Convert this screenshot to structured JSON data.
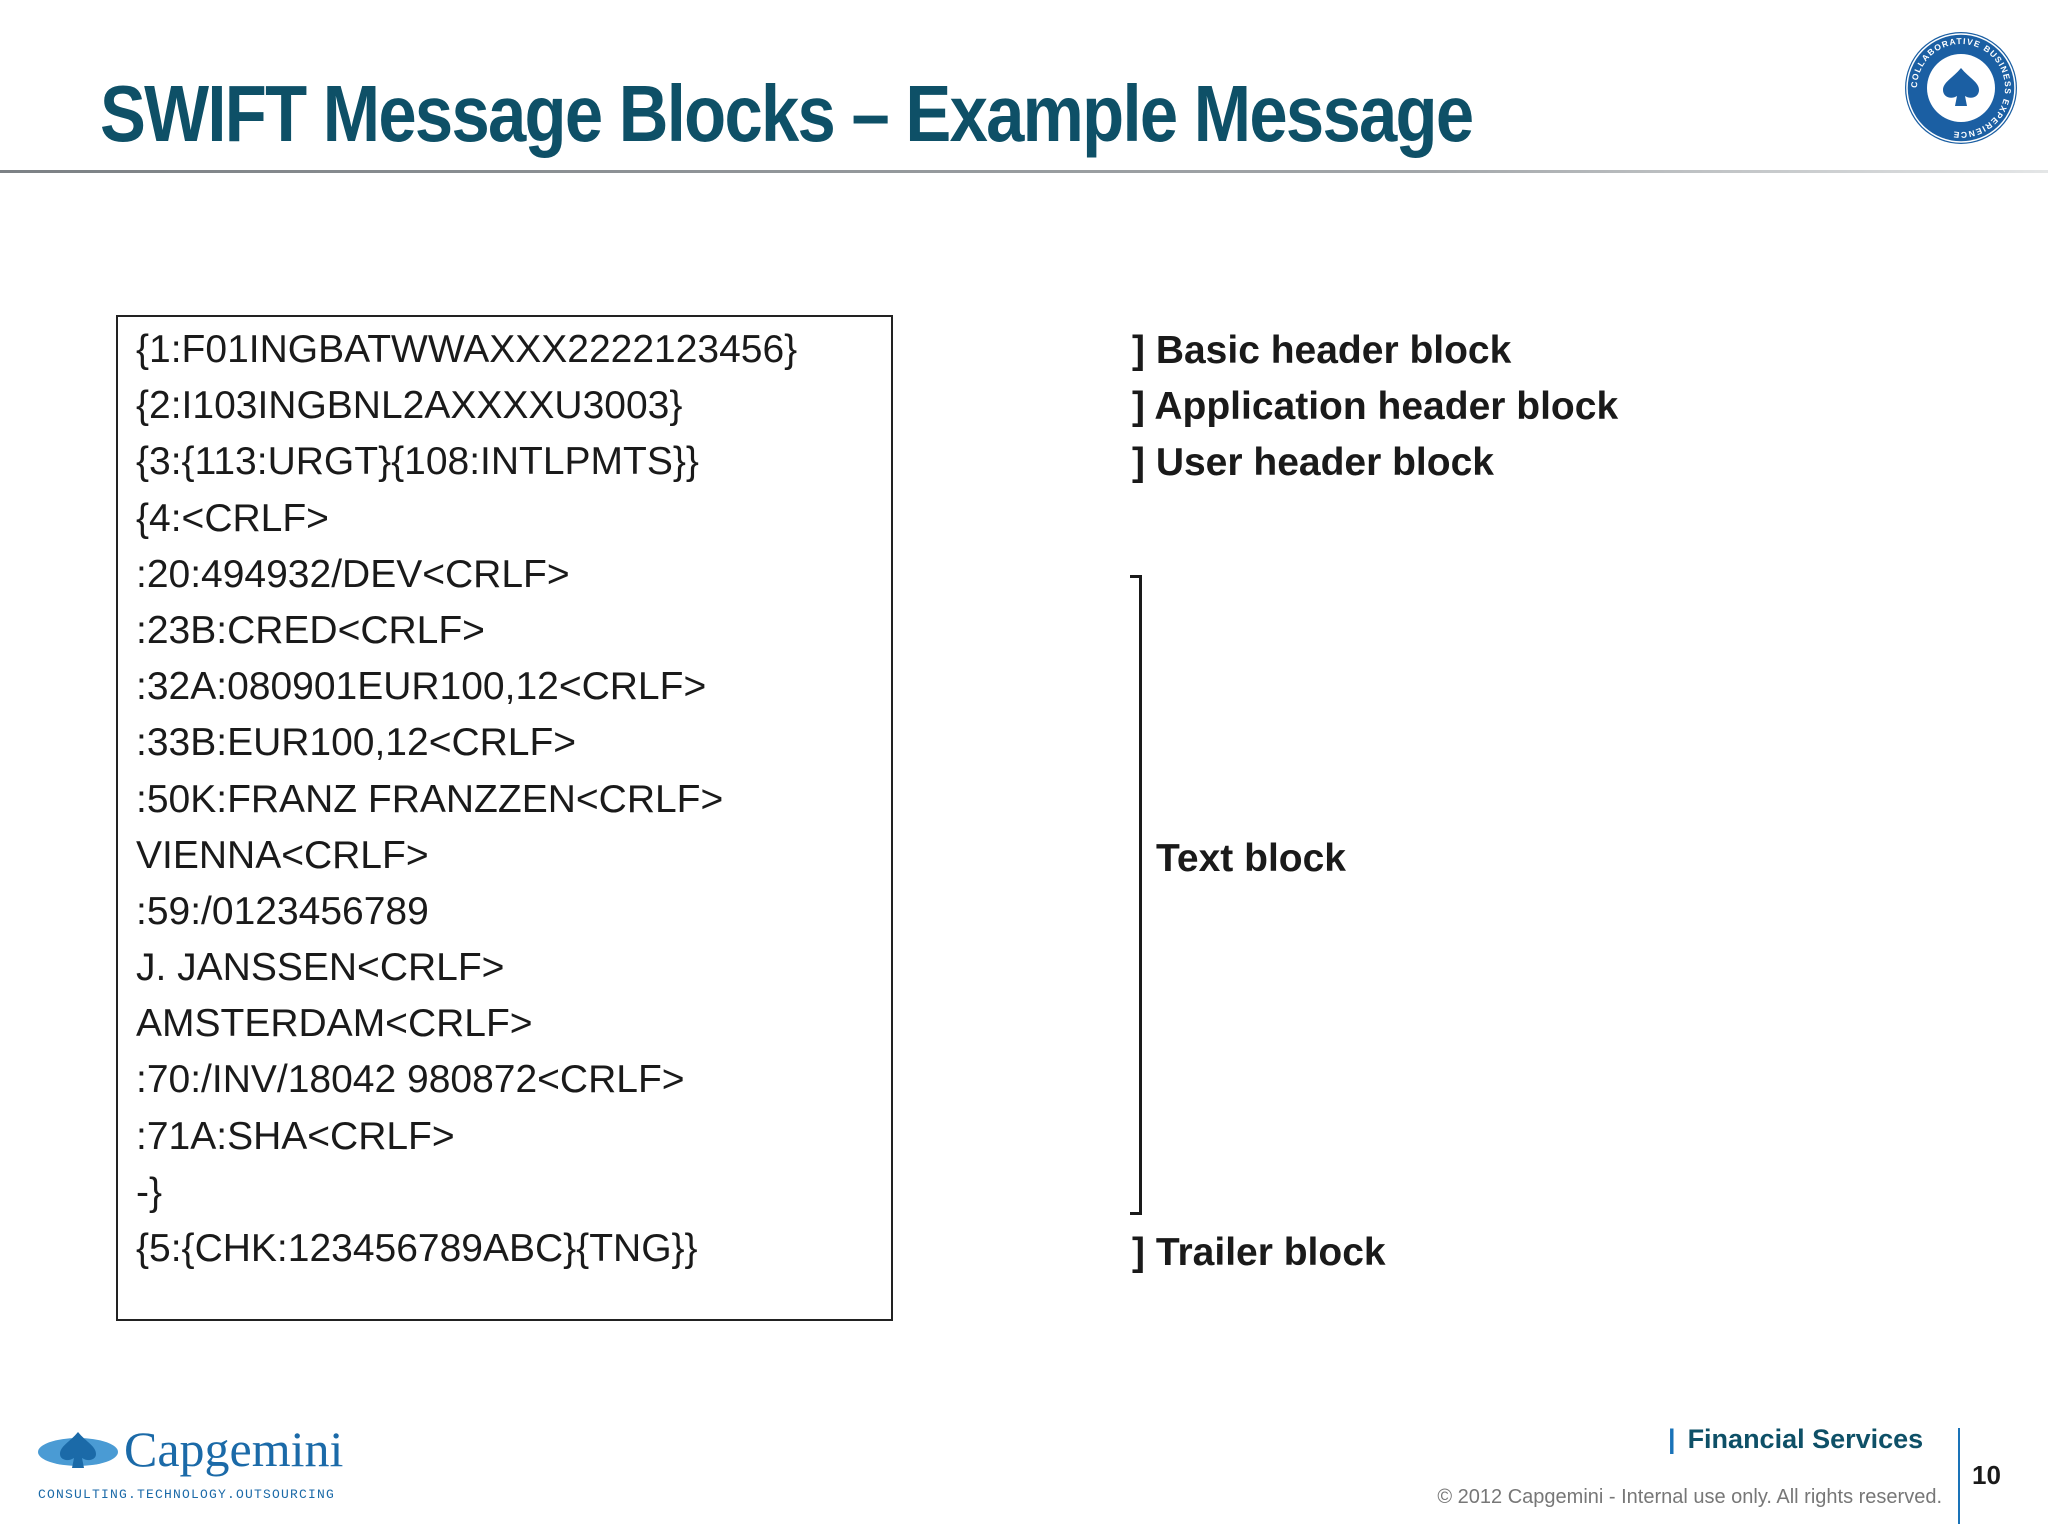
{
  "slide": {
    "title": "SWIFT Message Blocks – Example Message",
    "message_lines": [
      "{1:F01INGBATWWAXXX2222123456}",
      "{2:I103INGBNL2AXXXXU3003}",
      "{3:{113:URGT}{108:INTLPMTS}}",
      "{4:<CRLF>",
      ":20:494932/DEV<CRLF>",
      ":23B:CRED<CRLF>",
      ":32A:080901EUR100,12<CRLF>",
      ":33B:EUR100,12<CRLF>",
      ":50K:FRANZ FRANZZEN<CRLF>",
      "VIENNA<CRLF>",
      ":59:/0123456789",
      "J. JANSSEN<CRLF>",
      "AMSTERDAM<CRLF>",
      ":70:/INV/18042 980872<CRLF>",
      ":71A:SHA<CRLF>",
      "-}",
      "{5:{CHK:123456789ABC}{TNG}}"
    ],
    "block_labels": {
      "basic_header": "] Basic header block",
      "application_header": "] Application header block",
      "user_header": "] User header block",
      "text": "Text block",
      "trailer": "] Trailer block"
    }
  },
  "footer": {
    "logo_text": "Capgemini",
    "logo_tagline": "CONSULTING.TECHNOLOGY.OUTSOURCING",
    "section_bar": "|",
    "section": "Financial Services",
    "page_number": "10",
    "copyright": "© 2012 Capgemini - Internal use only. All rights reserved."
  },
  "seal": {
    "text": "COLLABORATIVE BUSINESS EXPERIENCE"
  },
  "colors": {
    "title": "#0e5067",
    "accent_blue": "#1a73b8",
    "seal_blue": "#1b5fa3"
  },
  "icons": [
    "spade-seal-icon",
    "capgemini-spade-logo-icon"
  ]
}
